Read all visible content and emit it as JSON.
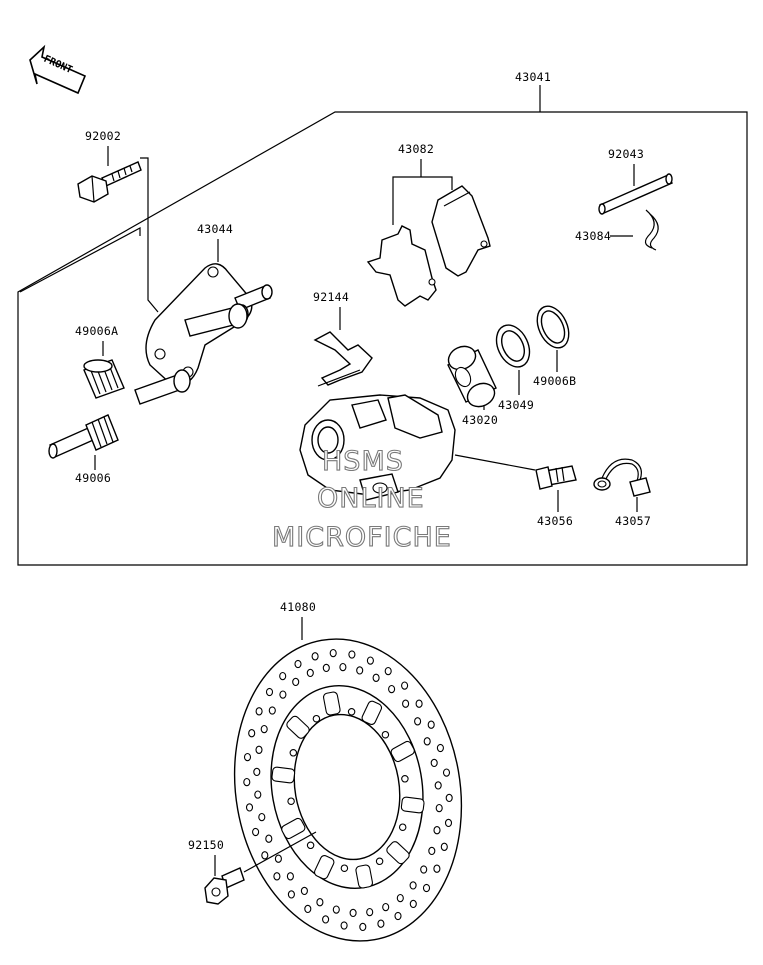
{
  "front_arrow": {
    "label": "FRONT"
  },
  "parts": {
    "p43041": "43041",
    "p43082": "43082",
    "p92002": "92002",
    "p92043": "92043",
    "p43084": "43084",
    "p43044": "43044",
    "p92144": "92144",
    "p49006A": "49006A",
    "p49006B": "49006B",
    "p43049": "43049",
    "p43020": "43020",
    "p49006": "49006",
    "p43056": "43056",
    "p43057": "43057",
    "p41080": "41080",
    "p92150": "92150"
  },
  "watermark": {
    "line1": "HSMS",
    "line2": "ONLINE",
    "line3": "MICROFICHE"
  }
}
